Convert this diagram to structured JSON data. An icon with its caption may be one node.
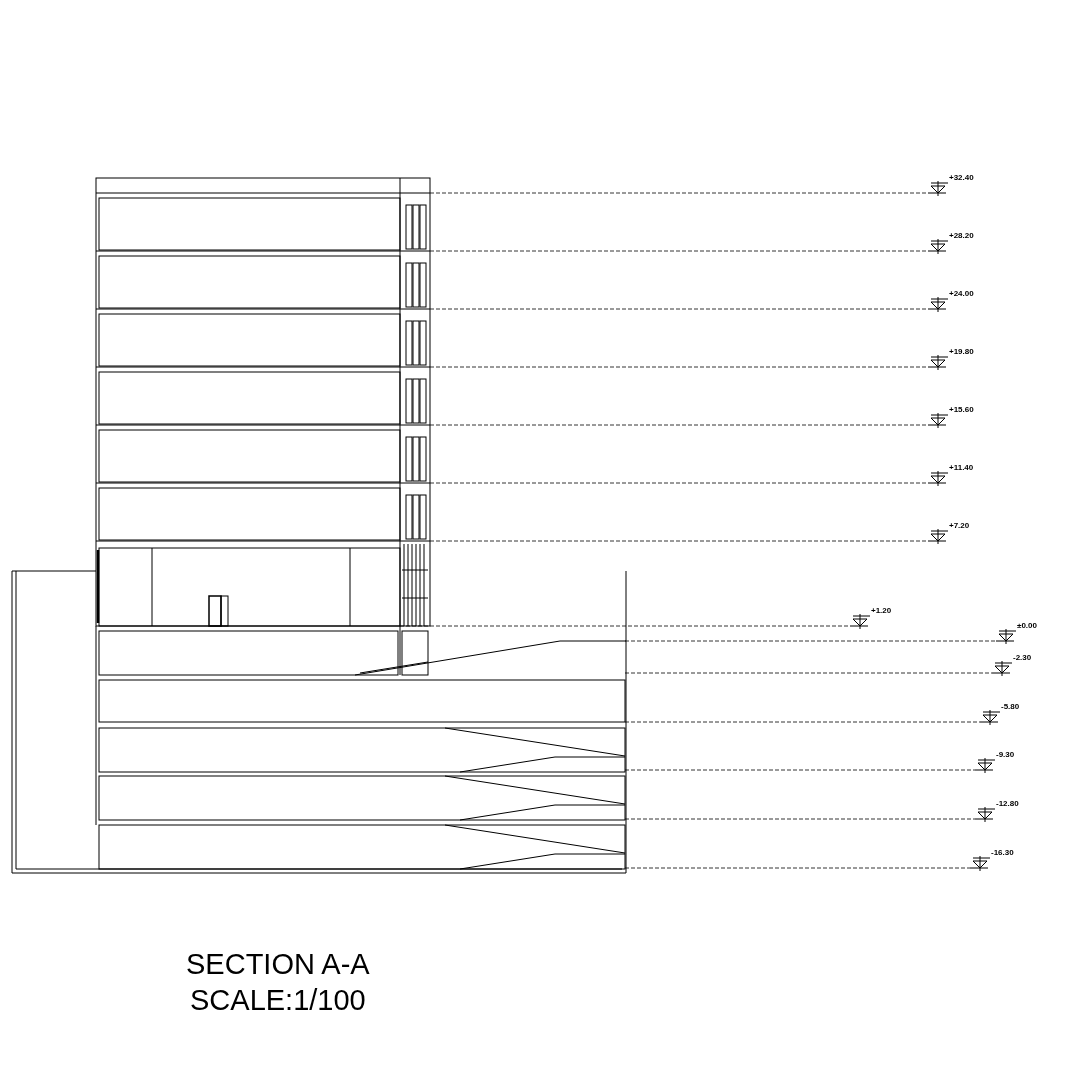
{
  "diagram": {
    "title": "SECTION A-A",
    "caption": "SCALE:1/100",
    "labels": [
      "+32.40",
      "+28.20",
      "+24.00",
      "+19.80",
      "+15.60",
      "+11.40",
      "+7.20",
      "+1.20",
      "±0.00",
      "-2.30",
      "-5.80",
      "-9.30",
      "-12.80",
      "-16.30"
    ]
  }
}
